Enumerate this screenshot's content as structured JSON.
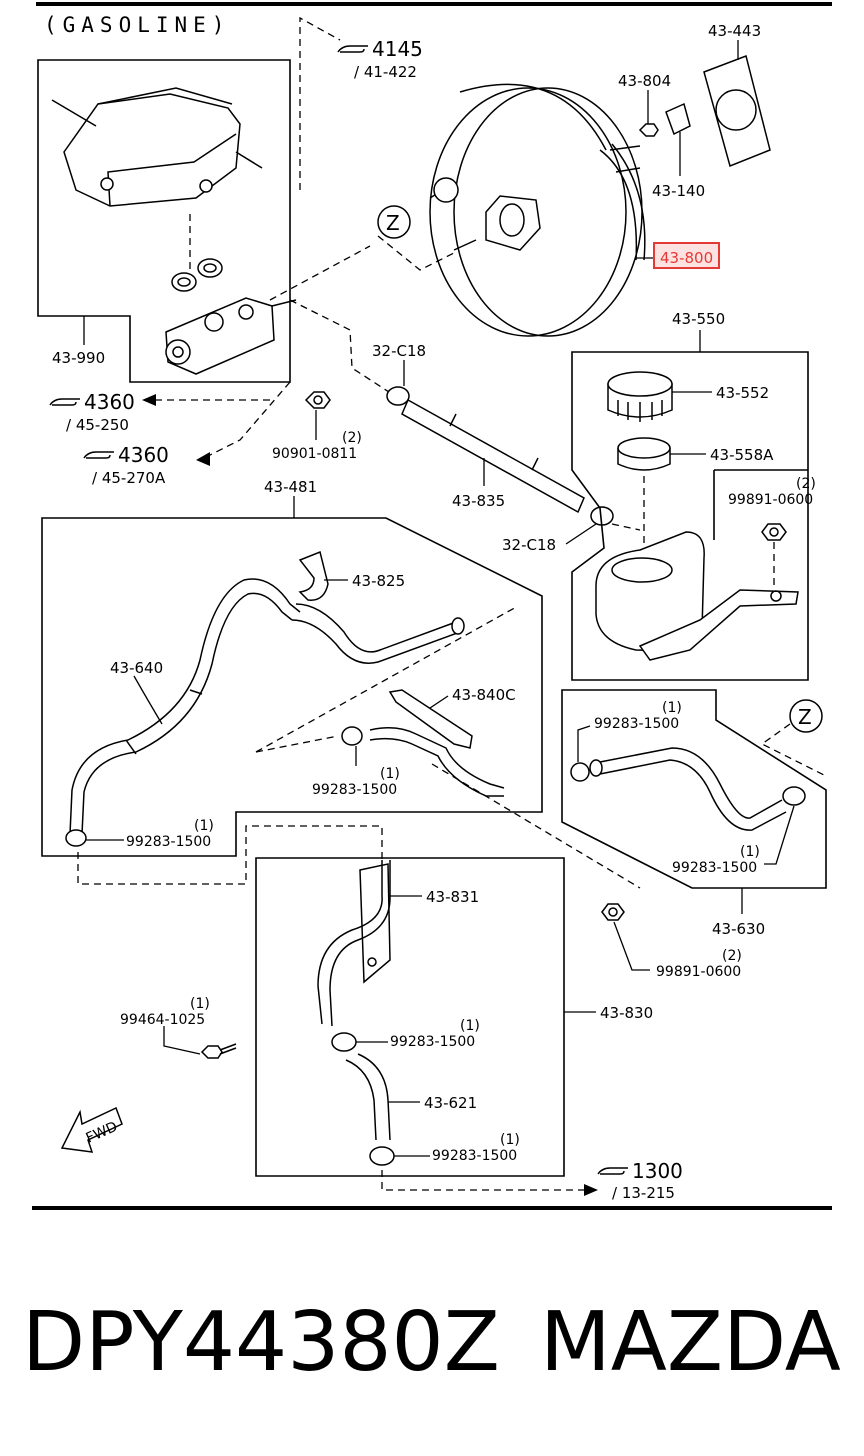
{
  "header": {
    "title": "(GASOLINE)"
  },
  "refs": [
    {
      "num": "4145",
      "sub": "/ 41-422"
    },
    {
      "num": "4360",
      "sub": "/ 45-250"
    },
    {
      "num": "4360",
      "sub": "/ 45-270A"
    },
    {
      "num": "1300",
      "sub": "/ 13-215"
    }
  ],
  "zone_marker": "Z",
  "fwd_label": "FWD",
  "parts": {
    "p43_443": "43-443",
    "p43_804": "43-804",
    "p43_140": "43-140",
    "p43_800": "43-800",
    "p43_990": "43-990",
    "p32_c18_a": "32-C18",
    "p32_c18_b": "32-C18",
    "p90901_0811": "90901-0811",
    "p43_835": "43-835",
    "p43_481": "43-481",
    "p43_550": "43-550",
    "p43_552": "43-552",
    "p43_558a": "43-558A",
    "p99891_0600_a": "99891-0600",
    "p43_825": "43-825",
    "p43_640": "43-640",
    "p43_840c": "43-840C",
    "p99283_1500_a": "99283-1500",
    "p99283_1500_b": "99283-1500",
    "p99283_1500_c": "99283-1500",
    "p99283_1500_d": "99283-1500",
    "p99283_1500_e": "99283-1500",
    "p99283_1500_f": "99283-1500",
    "p43_630": "43-630",
    "p99891_0600_b": "99891-0600",
    "p43_831": "43-831",
    "p43_830": "43-830",
    "p99464_1025": "99464-1025",
    "p43_621": "43-621"
  },
  "qty": {
    "two": "(2)",
    "one": "(1)"
  },
  "footer": {
    "part_number": "DPY44380Z",
    "brand": "MAZDA"
  },
  "colors": {
    "highlight": "#e53935",
    "highlight_fill": "#fde2e2",
    "line": "#000000"
  }
}
